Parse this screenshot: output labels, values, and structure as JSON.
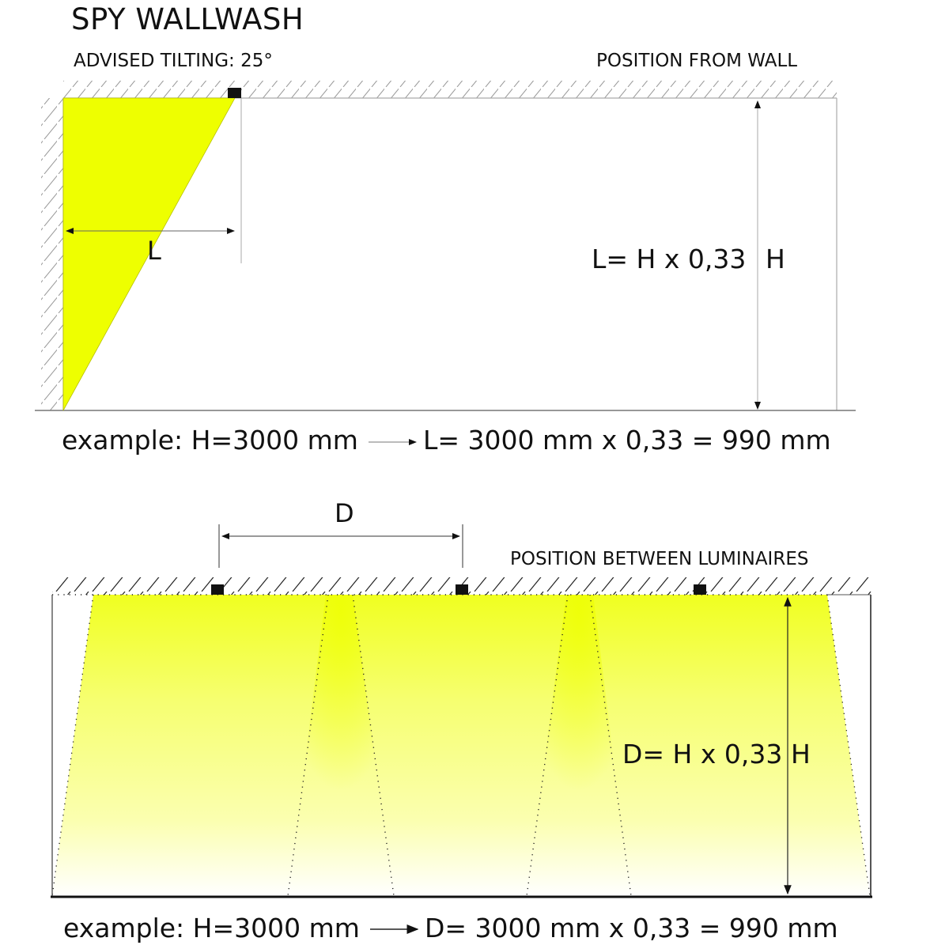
{
  "title": "SPY WALLWASH",
  "top_diagram": {
    "tilting_label": "ADVISED TILTING: 25°",
    "section_label": "POSITION FROM WALL",
    "dimension_label": "L",
    "height_label": "H",
    "formula": "L= H x 0,33",
    "example": "example: H=3000 mm",
    "result": "L= 3000 mm x 0,33 = 990 mm",
    "beam_color": "#eeff00"
  },
  "bottom_diagram": {
    "dimension_label": "D",
    "section_label": "POSITION BETWEEN LUMINAIRES",
    "height_label": "H",
    "formula": "D= H x 0,33",
    "example": "example: H=3000 mm",
    "result": "D= 3000 mm x 0,33 = 990 mm",
    "luminaire_count": 3,
    "beam_color": "#f3ff40"
  }
}
